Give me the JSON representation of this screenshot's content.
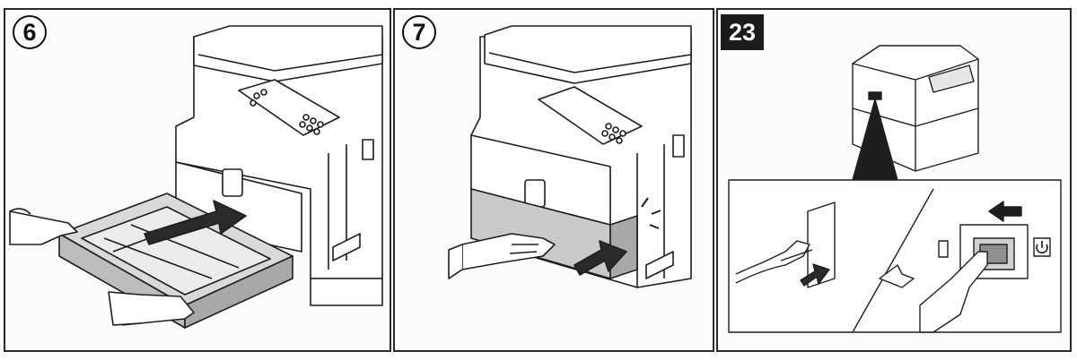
{
  "steps": [
    {
      "number": "6",
      "style": "circle"
    },
    {
      "number": "7",
      "style": "circle"
    },
    {
      "number": "23",
      "style": "box"
    }
  ],
  "colors": {
    "line": "#1e1e1e",
    "paper": "#ffffff",
    "shade": "#cfcfcf",
    "dark_shade": "#8a8a8a"
  },
  "icons": [
    "step-number-circle",
    "step-number-box",
    "insert-arrow",
    "power-switch-icon",
    "power-symbol-icon",
    "power-plug-icon"
  ]
}
